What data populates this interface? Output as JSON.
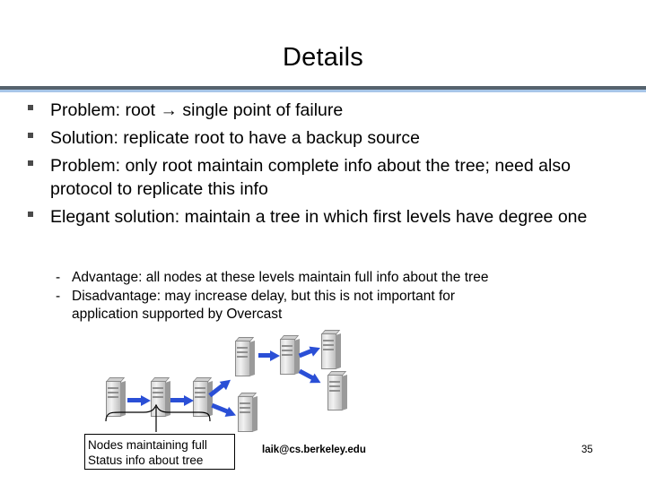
{
  "slide": {
    "title": "Details",
    "bullets": [
      "Problem: root → single point of failure",
      "Solution: replicate root to have a backup source",
      "Problem: only root maintain complete info about the tree; need also protocol to replicate this info",
      "Elegant solution: maintain a tree in which first levels have degree one"
    ],
    "subbullets": [
      {
        "dash": "-",
        "line1": "Advantage: all nodes at these levels maintain full info about the tree",
        "line2": ""
      },
      {
        "dash": "-",
        "line1": "Disadvantage: may increase delay, but this is not important for",
        "line2": "application supported by Overcast"
      }
    ],
    "callout": {
      "line1": "Nodes maintaining full",
      "line2": "Status info about tree"
    },
    "footer": {
      "email": "laik@cs.berkeley.edu",
      "page_number": "35"
    }
  },
  "colors": {
    "rule_dark": "#56636e",
    "rule_light": "#a8c6e8",
    "arrow_blue": "#2a4fd6",
    "bullet_mark": "#4a4a4a"
  }
}
